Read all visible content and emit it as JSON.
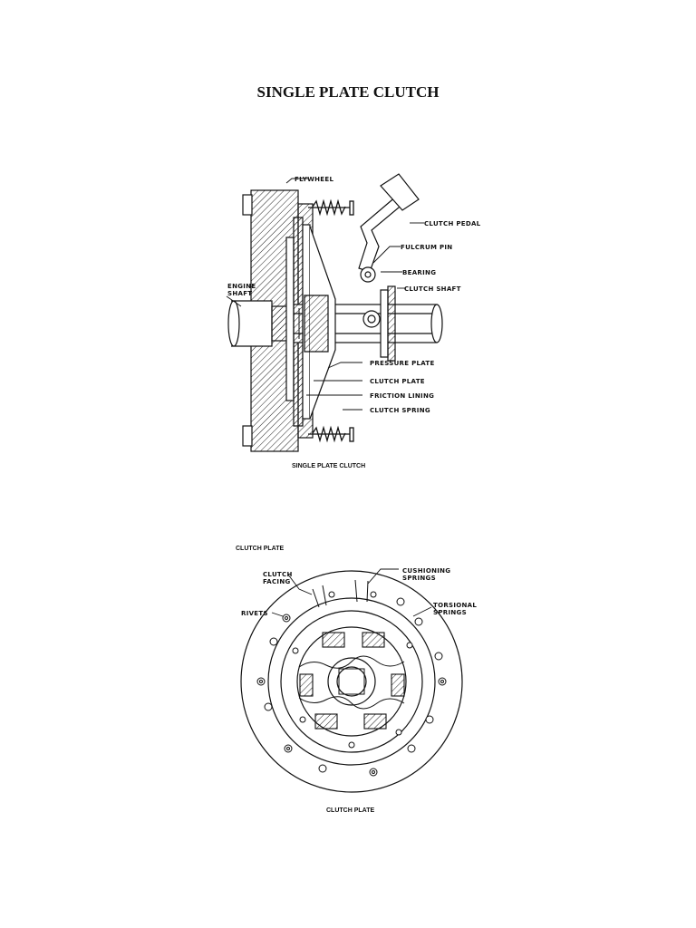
{
  "document": {
    "title": "SINGLE PLATE CLUTCH"
  },
  "figure1": {
    "labels": {
      "flywheel": "FLYWHEEL",
      "clutch_pedal": "CLUTCH PEDAL",
      "fulcrum_pin": "FULCRUM PIN",
      "bearing": "BEARING",
      "clutch_shaft": "CLUTCH SHAFT",
      "engine_shaft_1": "ENGINE",
      "engine_shaft_2": "SHAFT",
      "pressure_plate": "PRESSURE PLATE",
      "clutch_plate": "CLUTCH PLATE",
      "friction_lining": "FRICTION LINING",
      "clutch_spring": "CLUTCH SPRING"
    },
    "caption": "SINGLE PLATE CLUTCH"
  },
  "figure2": {
    "heading": "CLUTCH PLATE",
    "labels": {
      "clutch_facing_1": "CLUTCH",
      "clutch_facing_2": "FACING",
      "cushioning_springs_1": "CUSHIONING",
      "cushioning_springs_2": "SPRINGS",
      "torsional_springs_1": "TORSIONAL",
      "torsional_springs_2": "SPRINGS",
      "rivets": "RIVETS"
    },
    "caption": "CLUTCH PLATE"
  }
}
